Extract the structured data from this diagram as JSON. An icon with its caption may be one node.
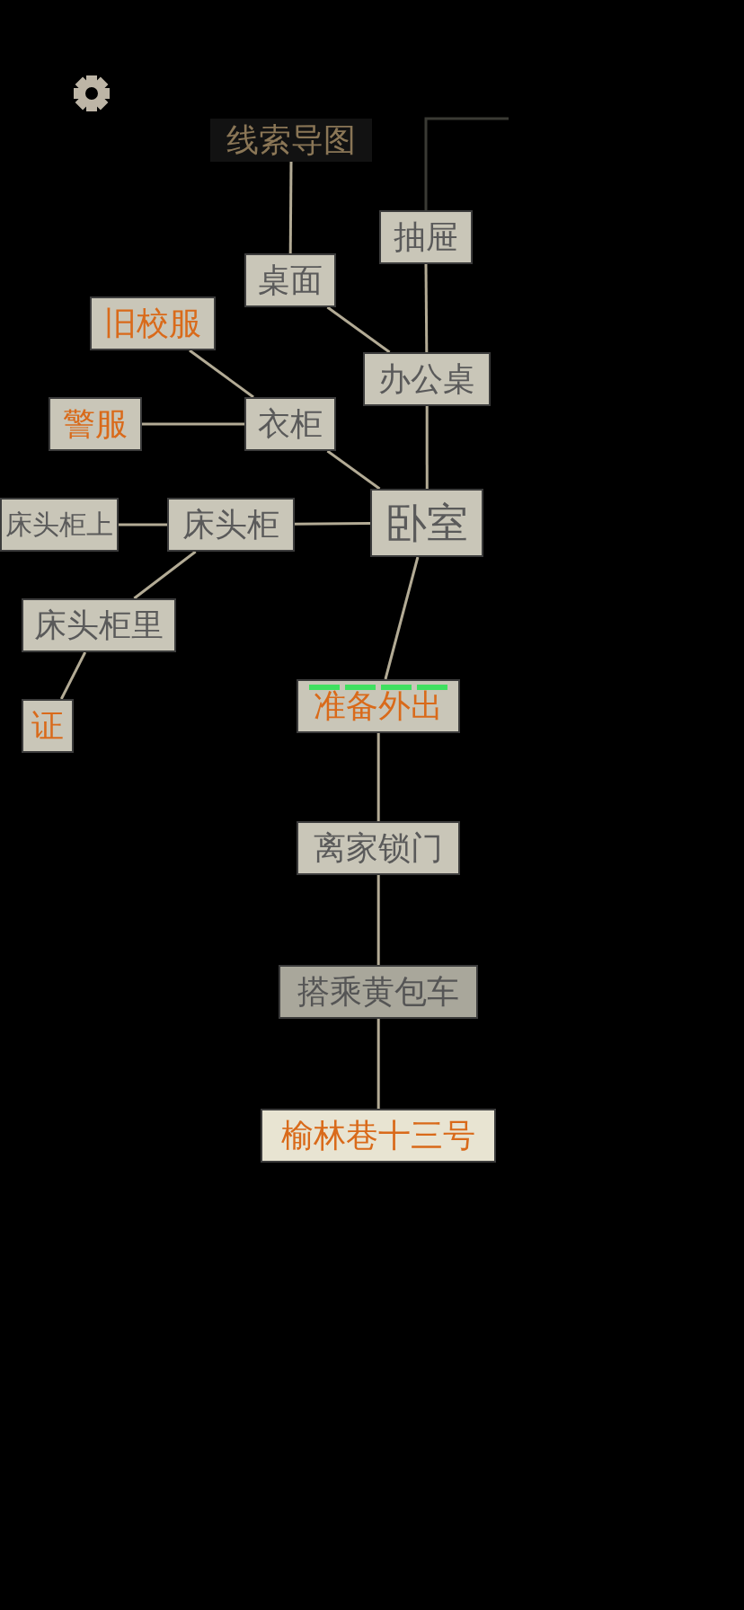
{
  "diagram": {
    "nodes": [
      {
        "text": [
          "线索导图"
        ]
      },
      {
        "text": [
          "抽屉"
        ]
      },
      {
        "text": [
          "桌面"
        ]
      },
      {
        "text": [
          "旧校服"
        ]
      },
      {
        "text": [
          "办公桌"
        ]
      },
      {
        "text": [
          "警服"
        ]
      },
      {
        "text": [
          "衣柜"
        ]
      },
      {
        "text": [
          "床头柜上"
        ]
      },
      {
        "text": [
          "床头柜"
        ]
      },
      {
        "text": [
          "卧室"
        ]
      },
      {
        "text": [
          "床头柜里"
        ]
      },
      {
        "text": [
          "证"
        ]
      },
      {
        "text": [
          "准备外出"
        ]
      },
      {
        "text": [
          "离家锁门"
        ]
      },
      {
        "text": [
          "搭乘黄包车"
        ]
      },
      {
        "text": [
          "榆林巷十三号"
        ]
      }
    ],
    "edges": [
      {
        "from": 0,
        "to": 2,
        "arrow": "none"
      },
      {
        "from": 1,
        "to": null,
        "arrow": "none",
        "color": "#3a3a34"
      },
      {
        "from": 2,
        "to": 4,
        "arrow": "none"
      },
      {
        "from": 1,
        "to": 4,
        "arrow": "none"
      },
      {
        "from": 3,
        "to": 6,
        "arrow": "none"
      },
      {
        "from": 5,
        "to": 6,
        "arrow": "none"
      },
      {
        "from": 6,
        "to": 9,
        "arrow": "none"
      },
      {
        "from": 4,
        "to": 9,
        "arrow": "none"
      },
      {
        "from": 7,
        "to": 8,
        "arrow": "none"
      },
      {
        "from": 8,
        "to": 9,
        "arrow": "none"
      },
      {
        "from": 8,
        "to": 10,
        "arrow": "none"
      },
      {
        "from": 10,
        "to": 11,
        "arrow": "none"
      },
      {
        "from": 9,
        "to": 12,
        "arrow": "none"
      },
      {
        "from": 12,
        "to": 13,
        "arrow": "none"
      },
      {
        "from": 13,
        "to": 14,
        "arrow": "none"
      },
      {
        "from": 14,
        "to": 15,
        "arrow": "none"
      }
    ]
  }
}
